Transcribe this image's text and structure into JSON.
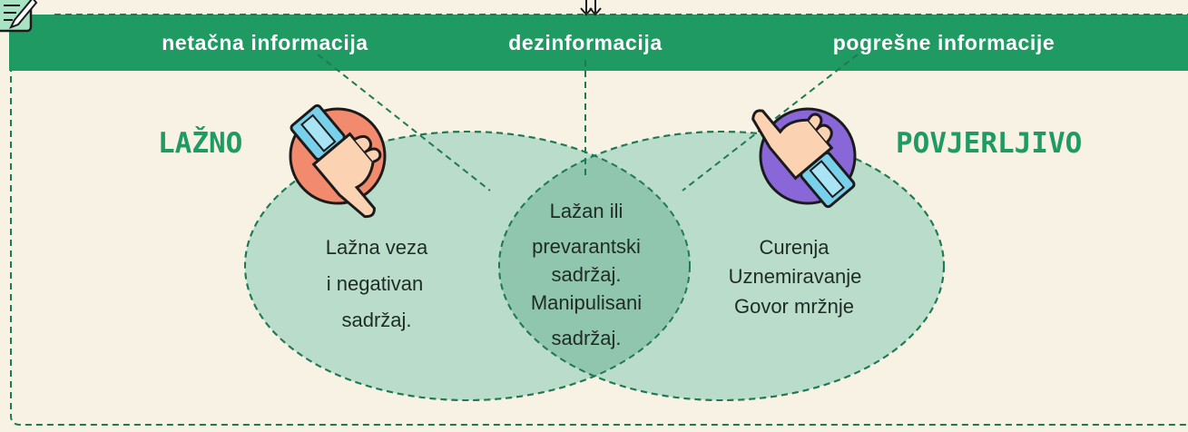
{
  "header": {
    "labels": [
      "netačna informacija",
      "dezinformacija",
      "pogrešne informacije"
    ]
  },
  "sides": {
    "left_title": "LAŽNO",
    "right_title": "POVJERLJIVO"
  },
  "circles": {
    "left": [
      "Lažna veza",
      "i  negativan",
      "sadržaj."
    ],
    "center": [
      "Lažan ili",
      "prevarantski",
      "sadržaj.",
      "Manipulisani",
      "sadržaj."
    ],
    "right": [
      "Curenja",
      "Uznemiravanje",
      "Govor mržnje"
    ]
  },
  "icons": {
    "corner": "notepad-pencil-icon",
    "thumbs_down": "thumbs-down-icon",
    "thumbs_up": "thumbs-up-icon"
  },
  "colors": {
    "background": "#f8f2e5",
    "header": "#1f9a62",
    "circle_fill": "#b9dccb",
    "overlap_fill": "#8fc6ad",
    "dash": "#1f7a52",
    "title": "#1f9a62"
  }
}
